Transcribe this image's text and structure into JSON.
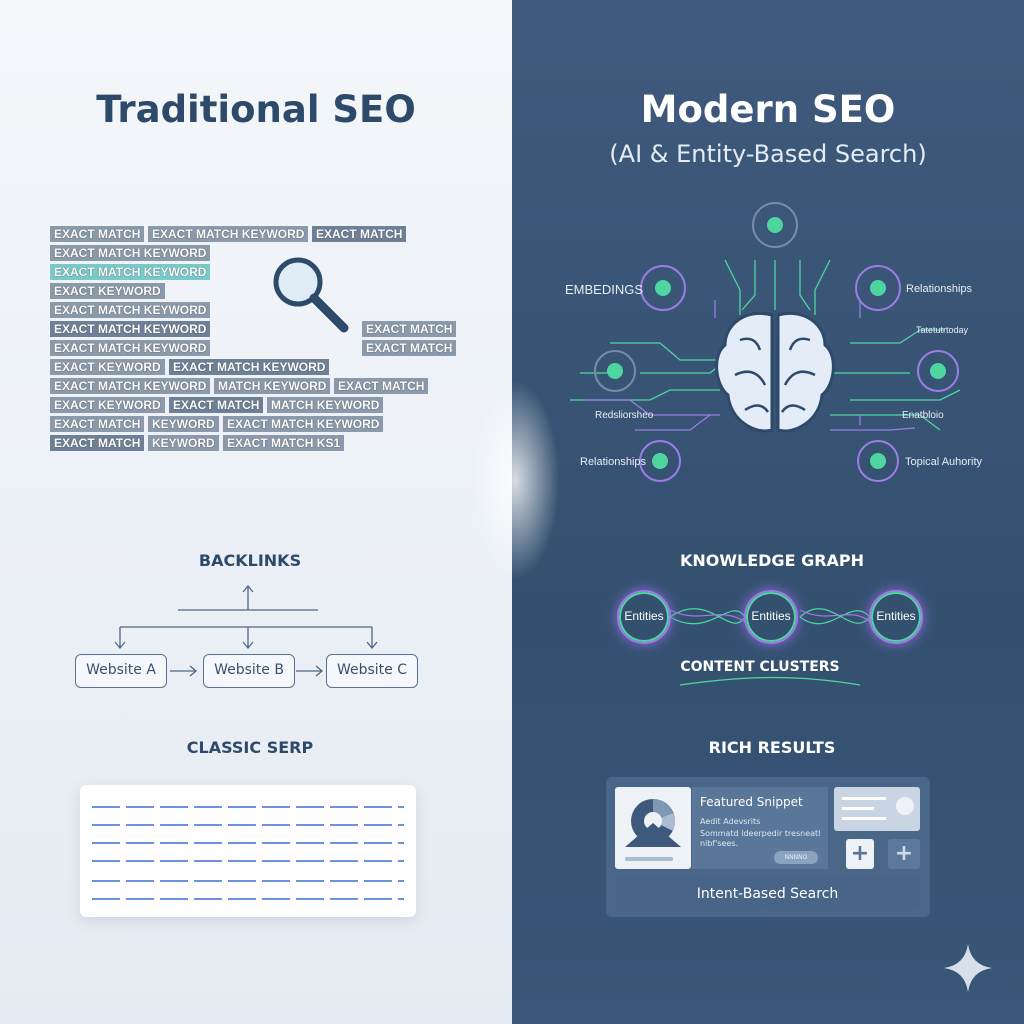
{
  "left": {
    "title": "Traditional SEO",
    "keyword_tags": [
      "EXACT MATCH",
      "EXACT MATCH KEYWORD",
      "EXACT MATCH",
      "EXACT MATCH KEYWORD",
      "EXACT MATCH KEYWORD",
      "EXACT KEYWORD",
      "EXACT MATCH KEYWORD",
      "EXACT MATCH KEYWORD",
      "EXACT MATCH",
      "EXACT MATCH KEYWORD",
      "EXACT MATCH",
      "EXACT KEYWORD",
      "EXACT MATCH KEYWORD",
      "EXACT MATCH KEYWORD",
      "MATCH KEYWORD",
      "EXACT MATCH",
      "EXACT KEYWORD",
      "EXACT MATCH",
      "MATCH KEYWORD",
      "EXACT MATCH",
      "KEYWORD",
      "EXACT MATCH KEYWORD",
      "EXACT MATCH",
      "KEYWORD",
      "EXACT MATCH KS1"
    ],
    "backlinks": {
      "title": "BACKLINKS",
      "sites": [
        "Website A",
        "Website B",
        "Website C"
      ]
    },
    "serp": {
      "title": "CLASSIC SERP",
      "line_color": "#3b6fd4"
    }
  },
  "right": {
    "title": "Modern SEO",
    "subtitle": "(AI & Entity-Based Search)",
    "brain_labels": [
      "EMBEDINGS",
      "Relationships",
      "Tatetutrtoday",
      "Redsliorsheo",
      "Enatbloio",
      "Relationships",
      "Topical Auhority"
    ],
    "knowledge_graph": {
      "title": "KNOWLEDGE GRAPH",
      "entities": [
        "Entities",
        "Entities",
        "Entities"
      ],
      "clusters_label": "CONTENT CLUSTERS"
    },
    "rich_results": {
      "title": "RICH RESULTS",
      "snippet_title": "Featured Snippet",
      "snippet_line1": "Aedit Adevsrits",
      "snippet_line2": "Sommatd ldeerpedir tresneatl nibf'sees.",
      "snippet_button": "NNNNO",
      "footer": "Intent-Based Search"
    },
    "accent_green": "#4fd6a0",
    "accent_purple": "#9b7de6"
  }
}
